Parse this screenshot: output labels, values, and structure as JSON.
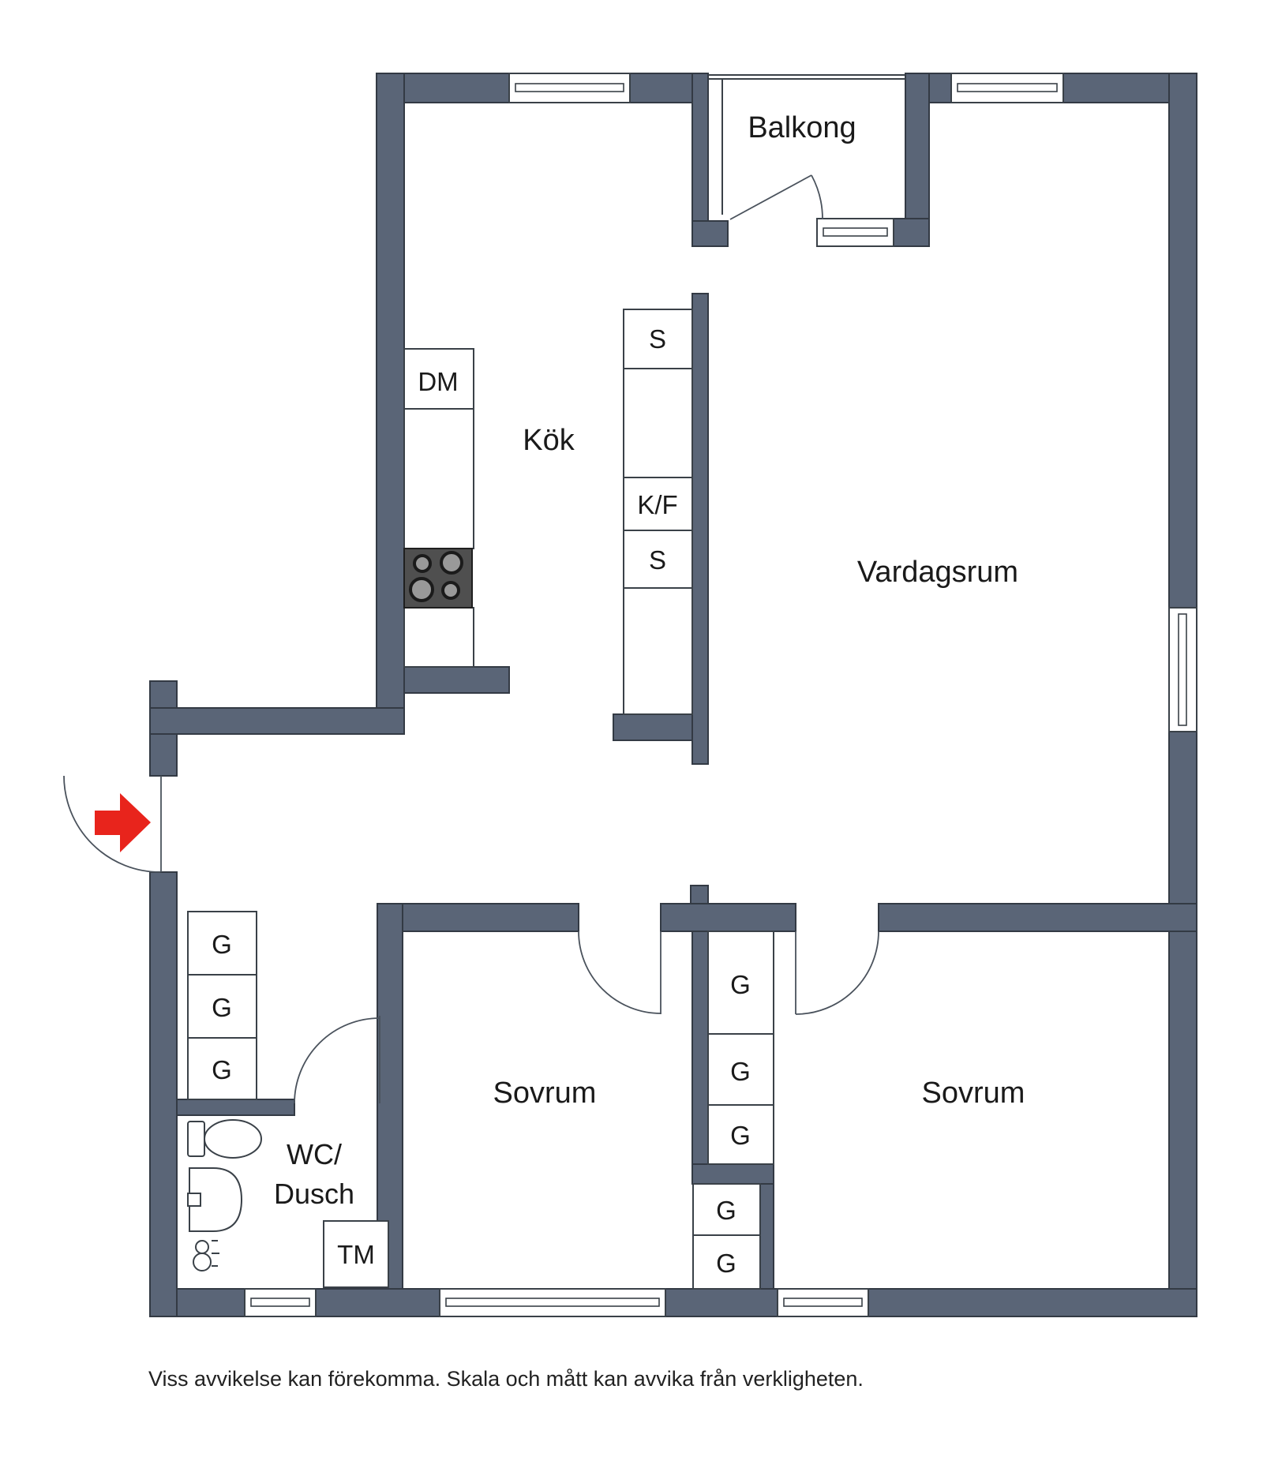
{
  "plan": {
    "rooms": {
      "balcony": "Balkong",
      "kitchen": "Kök",
      "living": "Vardagsrum",
      "bedroom1": "Sovrum",
      "bedroom2": "Sovrum",
      "wc_line1": "WC/",
      "wc_line2": "Dusch"
    },
    "fixtures": {
      "dishwasher": "DM",
      "cabinet_top": "S",
      "fridge_freezer": "K/F",
      "cabinet_bottom": "S",
      "washing_machine": "TM",
      "wardrobe": "G"
    },
    "disclaimer": "Viss avvikelse kan förekomma. Skala och mått kan avvika från verkligheten.",
    "colors": {
      "wall": "#5a6577",
      "wall_outline": "#333a44",
      "thin_line": "#3a4148",
      "entry_arrow": "#e8241c",
      "stove": "#4f4f4f",
      "burner": "#999999",
      "text": "#1a1a1a",
      "background": "#ffffff"
    }
  }
}
